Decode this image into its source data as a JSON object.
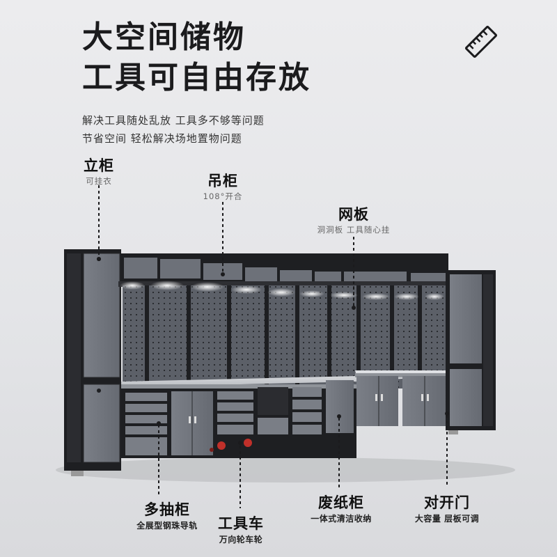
{
  "headline": {
    "line1": "大空间储物",
    "line2": "工具可自由存放"
  },
  "subtext": {
    "line1": "解决工具随处乱放 工具多不够等问题",
    "line2": "节省空间 轻松解决场地置物问题"
  },
  "icon": "ruler-icon",
  "callouts": {
    "tall_cabinet": {
      "title": "立柜",
      "subtitle": "可挂衣"
    },
    "hanging_cabinet": {
      "title": "吊柜",
      "subtitle": "108°开合"
    },
    "pegboard": {
      "title": "网板",
      "subtitle": "洞洞板 工具随心挂"
    },
    "drawer_cabinet": {
      "title": "多抽柜",
      "subtitle": "全展型钢珠导轨"
    },
    "tool_cart": {
      "title": "工具车",
      "subtitle": "万向轮车轮"
    },
    "waste_cabinet": {
      "title": "废纸柜",
      "subtitle": "一体式清洁收纳"
    },
    "double_door": {
      "title": "对开门",
      "subtitle": "大容量 层板可调"
    }
  },
  "colors": {
    "frame": "#1e1f22",
    "panel": "#6f737a",
    "pegboard": "#5a5e66",
    "worktop": "#c9ccd0",
    "light": "#ffffff",
    "caster": "#c0302a"
  }
}
